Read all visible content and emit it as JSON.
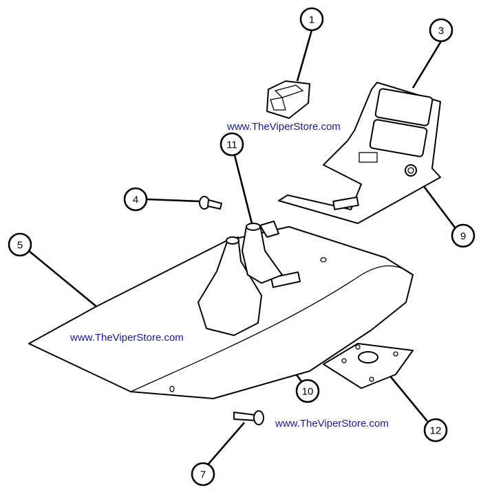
{
  "diagram": {
    "callouts": [
      {
        "id": "1",
        "label": "1"
      },
      {
        "id": "3",
        "label": "3"
      },
      {
        "id": "4",
        "label": "4"
      },
      {
        "id": "5",
        "label": "5"
      },
      {
        "id": "7",
        "label": "7"
      },
      {
        "id": "9",
        "label": "9"
      },
      {
        "id": "10",
        "label": "10"
      },
      {
        "id": "11",
        "label": "11"
      },
      {
        "id": "12",
        "label": "12"
      }
    ],
    "watermarks": [
      "www.TheViperStore.com",
      "www.TheViperStore.com",
      "www.TheViperStore.com"
    ]
  }
}
